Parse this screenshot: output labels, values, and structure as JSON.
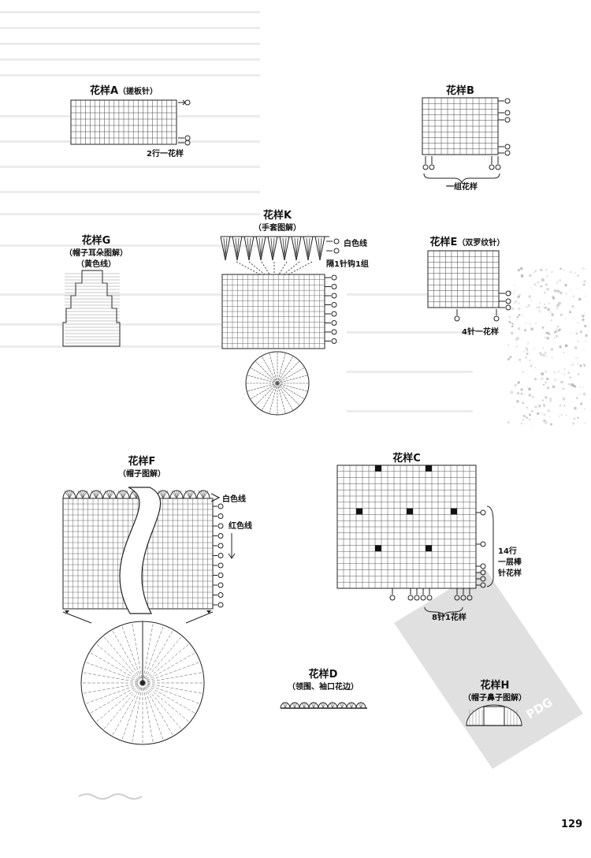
{
  "patterns": {
    "a": {
      "title": "花样A",
      "subtitle": "（搓板针）",
      "repeat_note": "2行一花样"
    },
    "b": {
      "title": "花样B",
      "repeat_note": "一组花样"
    },
    "g": {
      "title": "花样G",
      "subtitle": "（帽子耳朵图解）",
      "subtitle2": "（黄色线）"
    },
    "k": {
      "title": "花样K",
      "subtitle": "（手套图解）",
      "white_yarn": "白色线",
      "note": "隔1针钩1组"
    },
    "e": {
      "title": "花样E",
      "subtitle": "（双罗纹针）",
      "repeat_note": "4针一花样"
    },
    "f": {
      "title": "花样F",
      "subtitle": "（帽子图解）",
      "white_yarn": "白色线",
      "red_yarn": "红色线"
    },
    "c": {
      "title": "花样C",
      "side_note": [
        "14行",
        "一层棒",
        "针花样"
      ],
      "repeat_note": "8针1花样"
    },
    "d": {
      "title": "花样D",
      "subtitle": "（领围、袖口花边）"
    },
    "h": {
      "title": "花样H",
      "subtitle": "（帽子鼻子图解）"
    }
  },
  "watermark": {
    "text": "PDG"
  },
  "page_number": "129",
  "colors": {
    "ink": "#1a1a1a",
    "grid": "#333333",
    "watermark": "#d6d6d6"
  }
}
